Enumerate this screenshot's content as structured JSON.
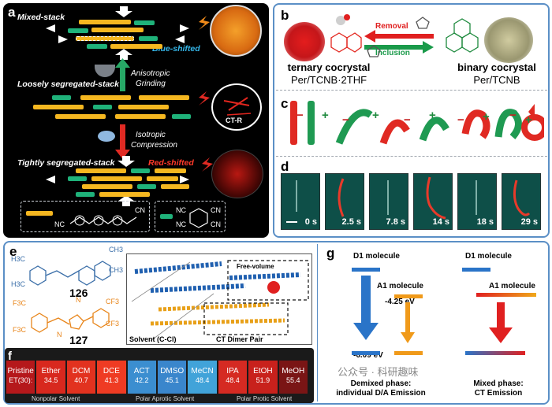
{
  "panel_a": {
    "label": "a",
    "mixed_stack": "Mixed-stack",
    "blue_shifted": "Blue-shifted",
    "anisotropic": "Anisotropic",
    "grinding": "Grinding",
    "loosely": "Loosely segregated-stack",
    "ctr": "CT-R",
    "isotropic": "Isotropic",
    "compression": "Compression",
    "tightly": "Tightly segregated-stack",
    "red_shifted": "Red-shifted",
    "nc1": "NC",
    "cn1": "CN",
    "nc2": "NC",
    "cn2": "CN",
    "nc3": "NC",
    "cn3": "CN"
  },
  "panel_b": {
    "label": "b",
    "removal": "Removal",
    "inclusion": "Inclusion",
    "ternary_title": "ternary cocrystal",
    "ternary_formula": "Per/TCNB·2THF",
    "binary_title": "binary cocrystal",
    "binary_formula": "Per/TCNB"
  },
  "panel_c": {
    "label": "c",
    "ops": [
      "−",
      "+",
      "−",
      "+",
      "−",
      "+",
      "−",
      "+",
      "−",
      "+"
    ]
  },
  "panel_d": {
    "label": "d",
    "times": [
      "0 s",
      "2.5 s",
      "7.8 s",
      "14 s",
      "18 s",
      "29 s"
    ]
  },
  "panel_e": {
    "label": "e",
    "ch3_a": "H3C",
    "ch3_b": "CH3",
    "ch3_c": "CH3",
    "ch3_d": "H3C",
    "num126": "126",
    "cf3_a": "F3C",
    "cf3_b": "CF3",
    "cf3_c": "CF3",
    "cf3_d": "F3C",
    "n_a": "N",
    "n_b": "N",
    "num127": "127",
    "free_volume": "Free-volume",
    "solvent": "Solvent (C-Cl)",
    "ct_dimer": "CT Dimer Pair"
  },
  "panel_f": {
    "label": "f",
    "cells": [
      {
        "name": "Pristine",
        "sub": "ET(30):",
        "color": "#b5181b"
      },
      {
        "name": "Ether",
        "sub": "34.5",
        "color": "#d8281e"
      },
      {
        "name": "DCM",
        "sub": "40.7",
        "color": "#e2321f"
      },
      {
        "name": "DCE",
        "sub": "41.3",
        "color": "#ef3b23"
      },
      {
        "name": "ACT",
        "sub": "42.2",
        "color": "#3b8ed0"
      },
      {
        "name": "DMSO",
        "sub": "45.1",
        "color": "#3a86cc"
      },
      {
        "name": "MeCN",
        "sub": "48.4",
        "color": "#41a3d9"
      },
      {
        "name": "IPA",
        "sub": "48.4",
        "color": "#d52a22"
      },
      {
        "name": "EtOH",
        "sub": "51.9",
        "color": "#c8211c"
      },
      {
        "name": "MeOH",
        "sub": "55.4",
        "color": "#7a1515"
      }
    ],
    "nonpolar": "Nonpolar Solvent",
    "polar_aprotic": "Polar Aprotic Solvent",
    "polar_protic": "Polar Protic Solvent"
  },
  "panel_g": {
    "label": "g",
    "d1_left": "D1 molecule",
    "d1_right": "D1 molecule",
    "a1_left": "A1 molecule",
    "a1_right": "A1 molecule",
    "e_a1": "-4.25 eV",
    "e_d1": "-6.09 eV",
    "demixed_title": "Demixed phase:",
    "demixed_sub": "individual D/A Emission",
    "mixed_title": "Mixed phase:",
    "mixed_sub": "CT Emission",
    "watermark": "公众号 · 科研趣味"
  }
}
